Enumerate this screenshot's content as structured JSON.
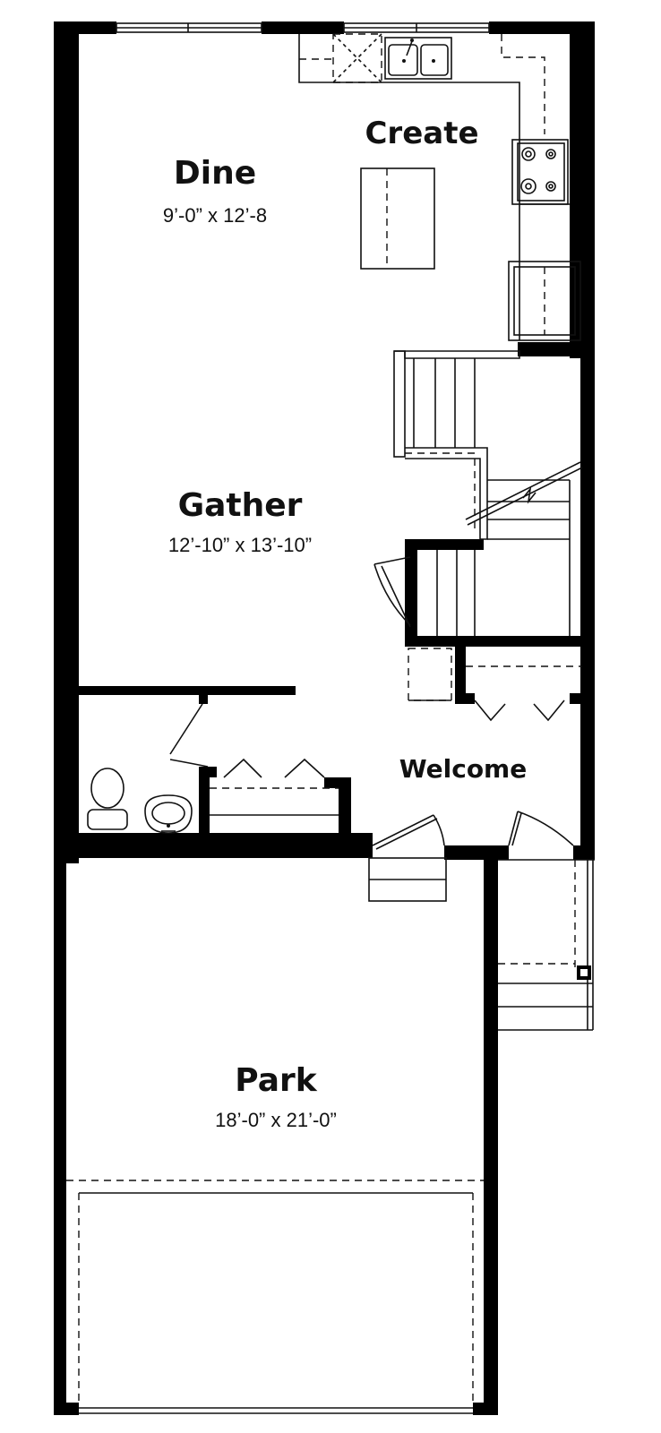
{
  "rooms": {
    "dine": {
      "name": "Dine",
      "dims": "9’-0” x 12’-8"
    },
    "create": {
      "name": "Create"
    },
    "gather": {
      "name": "Gather",
      "dims": "12’-10” x 13’-10”"
    },
    "welcome": {
      "name": "Welcome"
    },
    "park": {
      "name": "Park",
      "dims": "18’-0” x 21’-0”"
    }
  }
}
